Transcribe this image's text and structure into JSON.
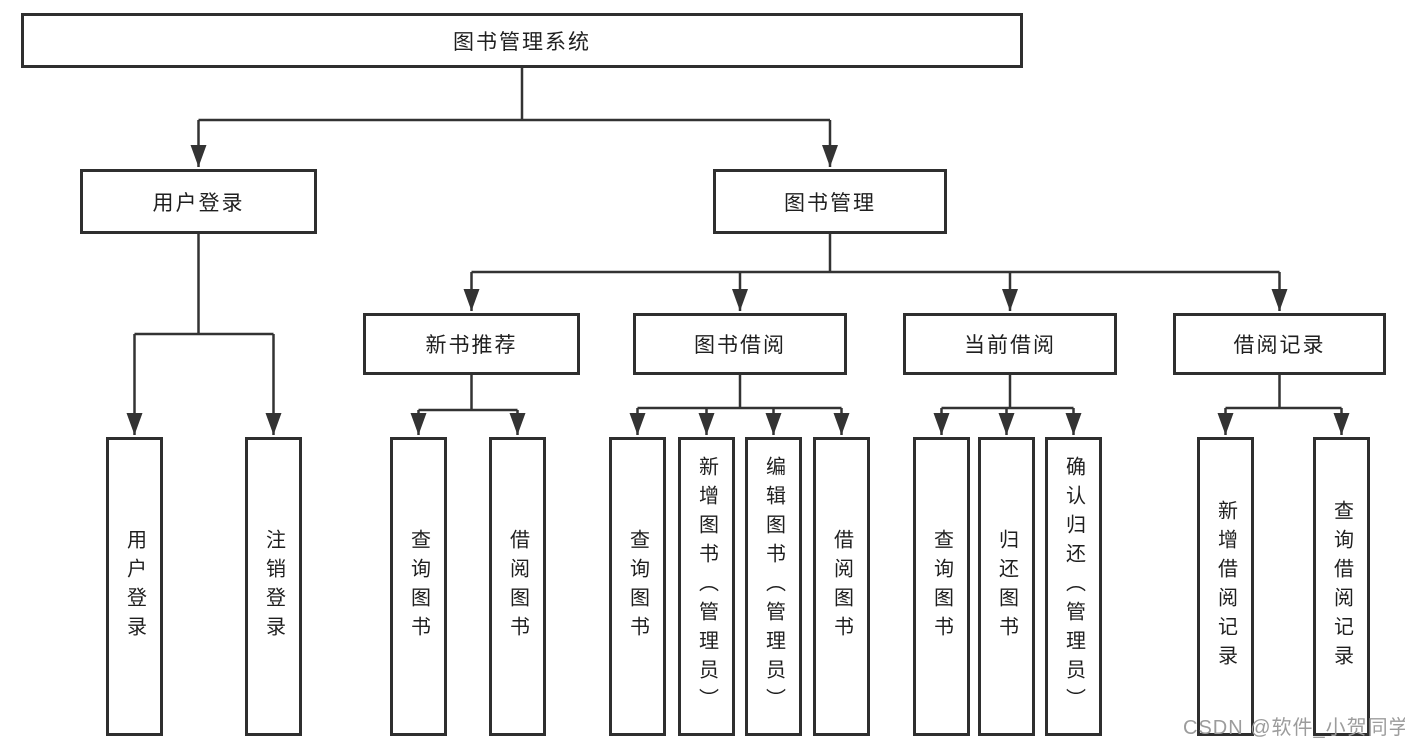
{
  "tree": {
    "label": "图书管理系统",
    "children": [
      {
        "label": "用户登录",
        "children": [
          {
            "label": "用户登录"
          },
          {
            "label": "注销登录"
          }
        ]
      },
      {
        "label": "图书管理",
        "children": [
          {
            "label": "新书推荐",
            "children": [
              {
                "label": "查询图书"
              },
              {
                "label": "借阅图书"
              }
            ]
          },
          {
            "label": "图书借阅",
            "children": [
              {
                "label": "查询图书"
              },
              {
                "label": "新增图书（管理员）"
              },
              {
                "label": "编辑图书（管理员）"
              },
              {
                "label": "借阅图书"
              }
            ]
          },
          {
            "label": "当前借阅",
            "children": [
              {
                "label": "查询图书"
              },
              {
                "label": "归还图书"
              },
              {
                "label": "确认归还（管理员）"
              }
            ]
          },
          {
            "label": "借阅记录",
            "children": [
              {
                "label": "新增借阅记录"
              },
              {
                "label": "查询借阅记录"
              }
            ]
          }
        ]
      }
    ]
  },
  "watermark": {
    "text": "CSDN @软件_小贺同学"
  },
  "colors": {
    "line": "#333333",
    "border": "#2f2f2f",
    "text": "#1f1f1f",
    "watermark": "#9c9c9c",
    "background": "#ffffff"
  }
}
